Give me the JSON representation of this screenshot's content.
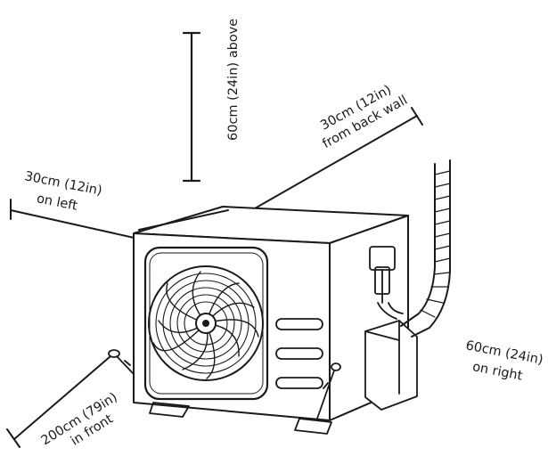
{
  "labels": {
    "above": "60cm (24in) above",
    "back_line1": "30cm (12in)",
    "back_line2": "from back wall",
    "left_line1": "30cm (12in)",
    "left_line2": "on left",
    "right_line1": "60cm (24in)",
    "right_line2": "on right",
    "front_line1": "200cm (79in)",
    "front_line2": "in front"
  },
  "colors": {
    "line": "#1a1a1a",
    "background": "#ffffff"
  }
}
